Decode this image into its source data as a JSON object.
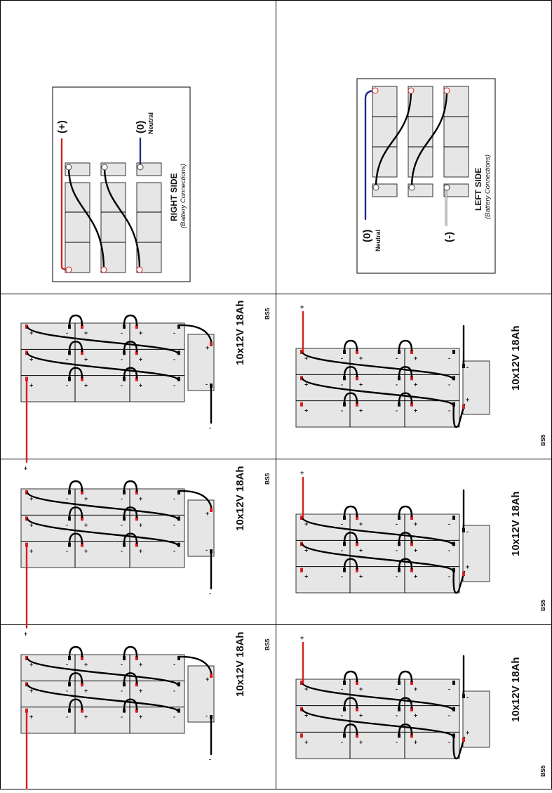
{
  "sheet": {
    "right_side": {
      "title": "RIGHT SIDE",
      "subtitle": "(Battery Connections)",
      "positive_label": "(+)",
      "neutral_label": "(0)",
      "neutral_word": "Neutral"
    },
    "left_side": {
      "title": "LEFT SIDE",
      "subtitle": "(Battery Connections)",
      "negative_label": "(-)",
      "neutral_label": "(0)",
      "neutral_word": "Neutral"
    },
    "panels": [
      {
        "id": "top-1",
        "label": "10x12V 18Ah",
        "code": "BS5"
      },
      {
        "id": "top-2",
        "label": "10x12V 18Ah",
        "code": "BS5"
      },
      {
        "id": "top-3",
        "label": "10x12V 18Ah",
        "code": "BS5"
      },
      {
        "id": "bottom-1",
        "label": "10x12V 18Ah",
        "code": "BS5"
      },
      {
        "id": "bottom-2",
        "label": "10x12V 18Ah",
        "code": "BS5"
      },
      {
        "id": "bottom-3",
        "label": "10x12V 18Ah",
        "code": "BS5"
      }
    ],
    "terminal_plus": "+",
    "terminal_minus": "-",
    "colors": {
      "positive_wire": "#d62020",
      "neutral_wire": "#1f2d8a",
      "battery_fill": "#e6e6e6"
    }
  }
}
